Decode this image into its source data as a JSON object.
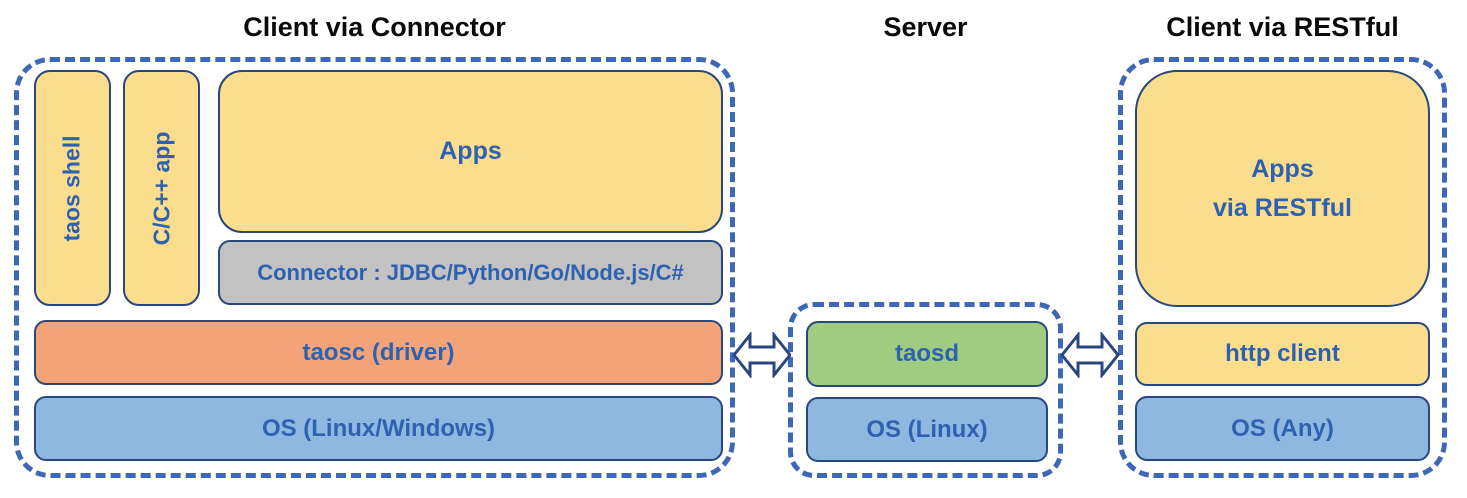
{
  "titles": {
    "client_connector": "Client via Connector",
    "server": "Server",
    "client_restful": "Client via RESTful"
  },
  "client_connector": {
    "taos_shell": "taos shell",
    "c_cpp_app": "C/C++ app",
    "apps": "Apps",
    "connector": "Connector : JDBC/Python/Go/Node.js/C#",
    "taosc": "taosc (driver)",
    "os": "OS (Linux/Windows)"
  },
  "server": {
    "taosd": "taosd",
    "os": "OS (Linux)"
  },
  "client_restful": {
    "apps": "Apps\nvia RESTful",
    "http_client": "http client",
    "os": "OS (Any)"
  },
  "icons": {
    "left_link": "double-headed-arrow",
    "right_link": "double-headed-arrow"
  },
  "colors": {
    "dashed_border": "#3e68b5",
    "box_border": "#29477f",
    "yellow_fill": "#fbde8d",
    "orange_fill": "#f2a377",
    "blue_fill": "#8eb8e0",
    "green_fill": "#9fcc80",
    "gray_fill": "#c2c2c2",
    "label_text": "#2e62b0",
    "title_text": "#0a0a0a",
    "background": "#ffffff"
  }
}
